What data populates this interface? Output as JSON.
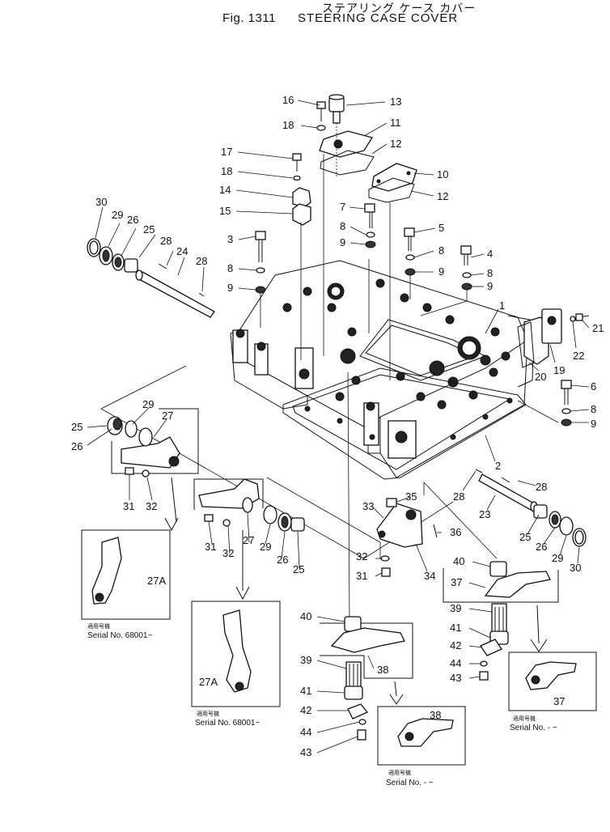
{
  "header": {
    "jp_title": "ステアリング ケース カバー",
    "fig_label": "Fig. 1311",
    "title": "STEERING CASE COVER"
  },
  "callouts": {
    "n16": "16",
    "n13": "13",
    "n18a": "18",
    "n11": "11",
    "n17": "17",
    "n12a": "12",
    "n18b": "18",
    "n10": "10",
    "n14": "14",
    "n12b": "12",
    "n15": "15",
    "n7": "7",
    "n5": "5",
    "n8a": "8",
    "n8b": "8",
    "n9a": "9",
    "n9b": "9",
    "n3": "3",
    "n4": "4",
    "n8c": "8",
    "n8d": "8",
    "n9c": "9",
    "n9d": "9",
    "n30a": "30",
    "n29a": "29",
    "n26a": "26",
    "n25a": "25",
    "n28a": "28",
    "n24": "24",
    "n28b": "28",
    "n1": "1",
    "n21": "21",
    "n22": "22",
    "n19": "19",
    "n20": "20",
    "n6": "6",
    "n8e": "8",
    "n9e": "9",
    "n29b": "29",
    "n25b": "25",
    "n27a": "27",
    "n26b": "26",
    "n2": "2",
    "n31a": "31",
    "n32a": "32",
    "n28c": "28",
    "n28d": "28",
    "n23": "23",
    "n35": "35",
    "n33": "33",
    "n36": "36",
    "n27b": "27",
    "n29c": "29",
    "n31b": "31",
    "n32b": "32",
    "n26c": "26",
    "n25c": "25",
    "n25d": "25",
    "n26d": "26",
    "n29d": "29",
    "n30b": "30",
    "n32c": "32",
    "n31c": "31",
    "n34": "34",
    "n40a": "40",
    "n37a": "37",
    "n39a": "39",
    "n41a": "41",
    "n42a": "42",
    "n44a": "44",
    "n43a": "43",
    "n40b": "40",
    "n39b": "39",
    "n38a": "38",
    "n41b": "41",
    "n42b": "42",
    "n44b": "44",
    "n43b": "43",
    "n27A_a": "27A",
    "n27A_b": "27A",
    "n37b": "37",
    "n38b": "38"
  },
  "inset_notes": {
    "a_jp": "適用号機",
    "a_serial": "Serial  No. 68001~",
    "b_jp": "適用号機",
    "b_serial": "Serial  No. 68001~",
    "c_jp": "適用号機",
    "c_serial": "Serial  No.    -  ~",
    "d_jp": "適用号機",
    "d_serial": "Serial  No.    -  ~"
  }
}
